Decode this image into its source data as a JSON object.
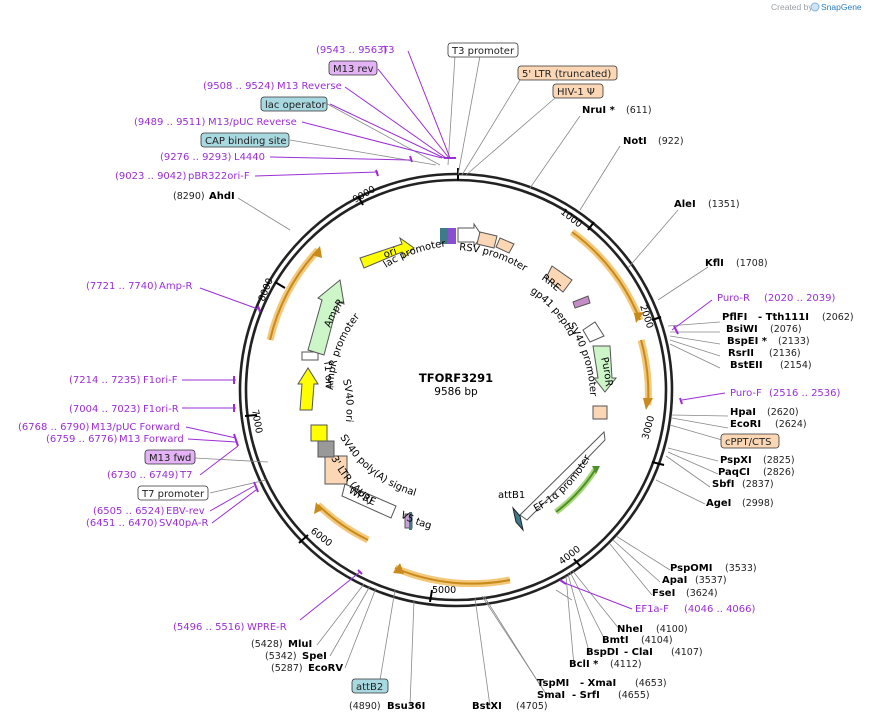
{
  "credit": {
    "text": "Created by",
    "brand": "SnapGene"
  },
  "plasmid": {
    "name": "TFORF3291",
    "size": "9586 bp"
  },
  "ruler_ticks": [
    "1000",
    "2000",
    "3000",
    "4000",
    "5000",
    "6000",
    "7000",
    "8000",
    "9000"
  ],
  "enzymes": [
    {
      "name": "NruI *",
      "pos": "(611)"
    },
    {
      "name": "NotI",
      "pos": "(922)"
    },
    {
      "name": "AleI",
      "pos": "(1351)"
    },
    {
      "name": "KflI",
      "pos": "(1708)"
    },
    {
      "name": "PflFI",
      "name2": "- Tth111I",
      "pos": "(2062)"
    },
    {
      "name": "BsiWI",
      "pos": "(2076)"
    },
    {
      "name": "BspEI *",
      "pos": "(2133)"
    },
    {
      "name": "RsrII",
      "pos": "(2136)"
    },
    {
      "name": "BstEII",
      "pos": "(2154)"
    },
    {
      "name": "HpaI",
      "pos": "(2620)"
    },
    {
      "name": "EcoRI",
      "pos": "(2624)"
    },
    {
      "name": "PspXI",
      "pos": "(2825)"
    },
    {
      "name": "PaqCI",
      "pos": "(2826)"
    },
    {
      "name": "SbfI",
      "pos": "(2837)"
    },
    {
      "name": "AgeI",
      "pos": "(2998)"
    },
    {
      "name": "PspOMI",
      "pos": "(3533)"
    },
    {
      "name": "ApaI",
      "pos": "(3537)"
    },
    {
      "name": "FseI",
      "pos": "(3624)"
    },
    {
      "name": "NheI",
      "pos": "(4100)"
    },
    {
      "name": "BmtI",
      "pos": "(4104)"
    },
    {
      "name": "BspDI",
      "name2": "- ClaI",
      "pos": "(4107)"
    },
    {
      "name": "BclI *",
      "pos": "(4112)"
    },
    {
      "name": "TspMI",
      "name2": "- XmaI",
      "pos": "(4653)"
    },
    {
      "name": "SmaI",
      "name2": "- SrfI",
      "pos": "(4655)"
    },
    {
      "name": "BstXI",
      "pos": "(4705)"
    },
    {
      "name": "Bsu36I",
      "pos": "(4890)"
    },
    {
      "name": "EcoRV",
      "pos": "(5287)"
    },
    {
      "name": "SpeI",
      "pos": "(5342)"
    },
    {
      "name": "MluI",
      "pos": "(5428)"
    },
    {
      "name": "AhdI",
      "pos": "(8290)"
    }
  ],
  "primers": [
    {
      "name": "T3",
      "pos": "(9543 .. 9563)"
    },
    {
      "name": "M13 Reverse",
      "pos": "(9508 .. 9524)"
    },
    {
      "name": "M13/pUC Reverse",
      "pos": "(9489 .. 9511)"
    },
    {
      "name": "L4440",
      "pos": "(9276 .. 9293)"
    },
    {
      "name": "pBR322ori-F",
      "pos": "(9023 .. 9042)"
    },
    {
      "name": "Amp-R",
      "pos": "(7721 .. 7740)"
    },
    {
      "name": "F1ori-F",
      "pos": "(7214 .. 7235)"
    },
    {
      "name": "F1ori-R",
      "pos": "(7004 .. 7023)"
    },
    {
      "name": "M13/pUC Forward",
      "pos": "(6768 .. 6790)"
    },
    {
      "name": "M13 Forward",
      "pos": "(6759 .. 6776)"
    },
    {
      "name": "T7",
      "pos": "(6730 .. 6749)"
    },
    {
      "name": "EBV-rev",
      "pos": "(6505 .. 6524)"
    },
    {
      "name": "SV40pA-R",
      "pos": "(6451 .. 6470)"
    },
    {
      "name": "WPRE-R",
      "pos": "(5496 .. 5516)"
    },
    {
      "name": "Puro-R",
      "pos": "(2020 .. 2039)"
    },
    {
      "name": "Puro-F",
      "pos": "(2516 .. 2536)"
    },
    {
      "name": "EF1a-F",
      "pos": "(4046 .. 4066)"
    }
  ],
  "boxed": {
    "m13rev": "M13 rev",
    "lacop": "lac operator",
    "cap": "CAP binding site",
    "t3prom": "T3 promoter",
    "ltr5": "5' LTR (truncated)",
    "hiv": "HIV-1 Ψ",
    "cppt": "cPPT/CTS",
    "m13fwd": "M13 fwd",
    "t7prom": "T7 promoter",
    "attb2": "attB2"
  },
  "features": {
    "ori": "ori",
    "lac_promoter": "lac promoter",
    "rsv_promoter": "RSV promoter",
    "rre": "RRE",
    "gp41": "gp41 peptide",
    "sv40_promoter": "SV40 promoter",
    "puror": "PuroR",
    "ef1a": "EF-1α promoter",
    "attb1": "attB1",
    "v5tag": "V5 tag",
    "wpre": "WPRE",
    "ltr3": "3' LTR (ΔU3)",
    "sv40polya": "SV40 poly(A) signal",
    "sv40ori": "SV40 ori",
    "f1ori": "f1 ori",
    "ampr_prom": "AmpR promoter",
    "ampr": "AmpR"
  },
  "colors": {
    "primer": "#9a2fd6",
    "ori_arrow": "#ffff00",
    "ampr_arrow": "#ccf5c8",
    "orf_arc": "#f5a623",
    "ltr_box": "#fbd7b5",
    "misc_box": "#a8d8e0",
    "primer_box": "#e3b3f5"
  }
}
